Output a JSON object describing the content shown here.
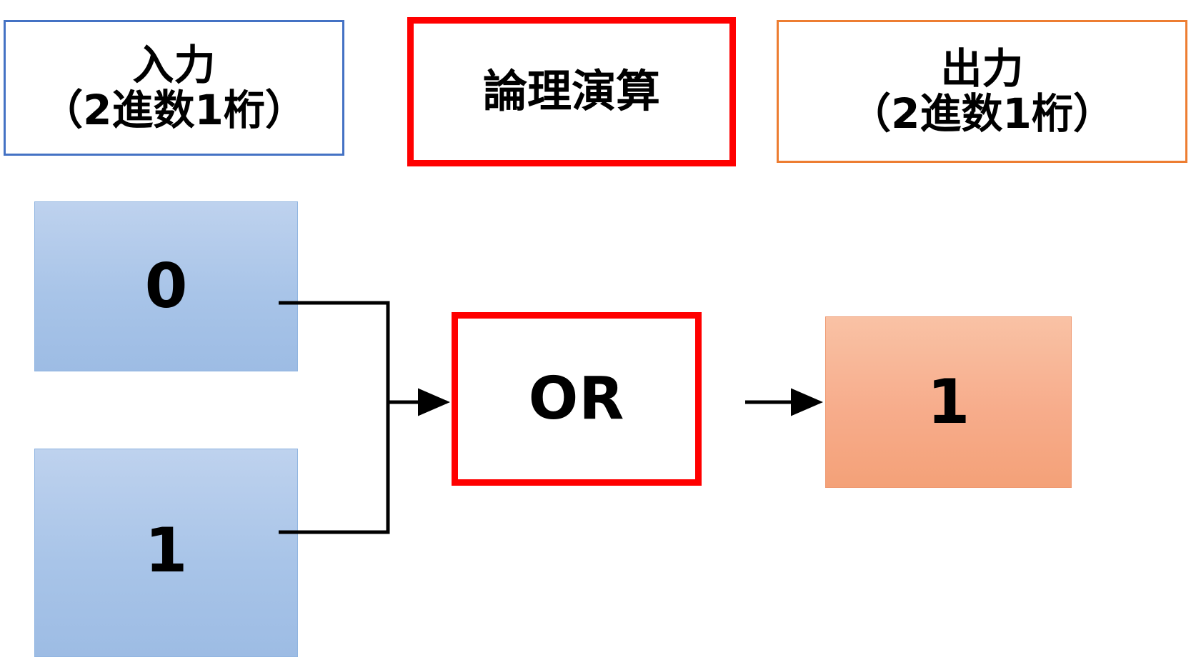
{
  "diagram": {
    "title_row": {
      "input_header": "入力\n（2進数1桁）",
      "logic_header": "論理演算",
      "output_header": "出力\n（2進数1桁）"
    },
    "inputs": [
      {
        "label": "0",
        "name": "input-a"
      },
      {
        "label": "1",
        "name": "input-b"
      }
    ],
    "gate": {
      "label": "OR"
    },
    "output": {
      "label": "1"
    },
    "colors": {
      "input_border": "#4472C4",
      "logic_border": "#FF0000",
      "output_border": "#ED7D31",
      "input_fill_top": "#bed2ee",
      "input_fill_bottom": "#9dbce4",
      "output_fill_top": "#f9c2a5",
      "output_fill_bottom": "#f4a178",
      "wire": "#000000"
    }
  }
}
